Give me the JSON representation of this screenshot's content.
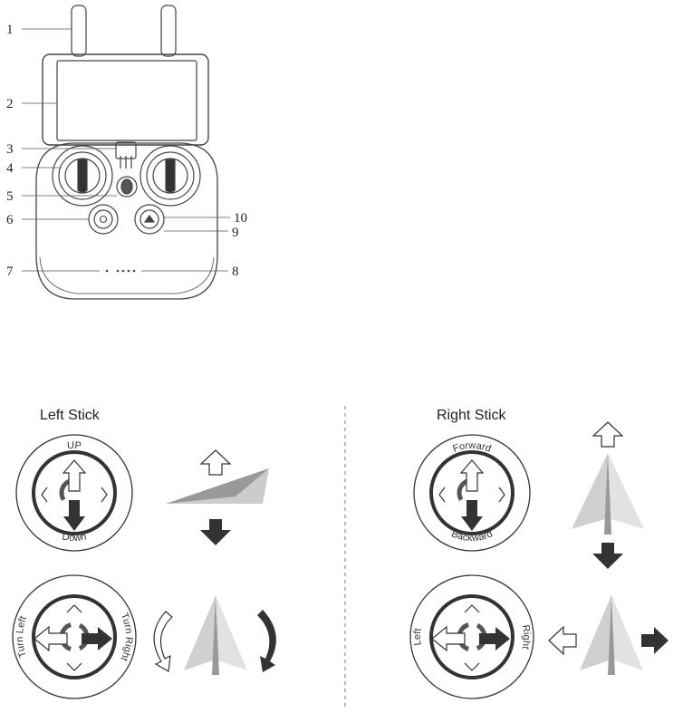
{
  "callouts": [
    "1",
    "2",
    "3",
    "4",
    "5",
    "6",
    "7",
    "8",
    "9",
    "10"
  ],
  "left_stick": {
    "title": "Left Stick",
    "top_dial": {
      "up": "UP",
      "down": "Down"
    },
    "bottom_dial": {
      "left": "Turn Left",
      "right": "Turn Right"
    }
  },
  "right_stick": {
    "title": "Right Stick",
    "top_dial": {
      "up": "Forward",
      "down": "Backward"
    },
    "bottom_dial": {
      "left": "Left",
      "right": "Right"
    }
  }
}
